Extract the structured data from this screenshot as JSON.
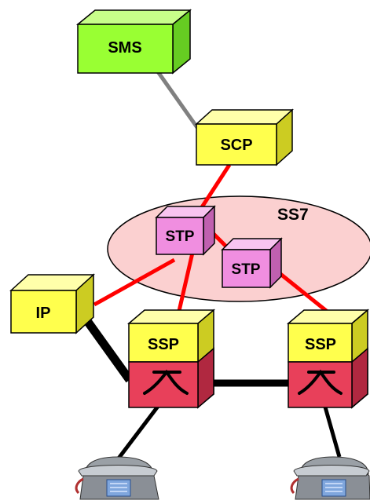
{
  "nodes": {
    "sms": {
      "label": "SMS"
    },
    "scp": {
      "label": "SCP"
    },
    "stp_left": {
      "label": "STP"
    },
    "stp_right": {
      "label": "STP"
    },
    "ip": {
      "label": "IP"
    },
    "ssp_left": {
      "label": "SSP"
    },
    "ssp_right": {
      "label": "SSP"
    }
  },
  "network": {
    "label": "SS7"
  },
  "colors": {
    "sms_fill": "#99ff33",
    "scp_fill": "#ffff4d",
    "stp_fill": "#f08ee0",
    "ss7_fill": "#fbd0d0",
    "switch_fill": "#e8405a",
    "signal_link": "#ff0000",
    "management_link": "#808080",
    "voice_trunk": "#000000"
  },
  "icons": {
    "switch": "switch-cross-icon",
    "phone": "telephone-icon"
  }
}
